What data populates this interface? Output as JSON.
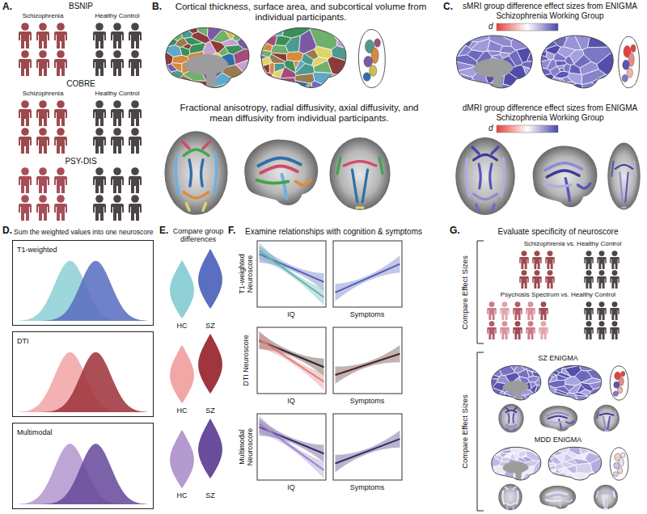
{
  "diagram": {
    "nodes": [
      {
        "text": [
          "T1-weighted"
        ]
      },
      {
        "text": [
          "DTI"
        ]
      },
      {
        "text": [
          "Multimodal"
        ]
      }
    ],
    "labels": [
      "A.",
      "BSNIP",
      "Schizophrenia",
      "Healthy Control",
      "COBRE",
      "Schizophrenia",
      "Healthy Control",
      "PSY-DIS",
      "B.",
      "Cortical thickness, surface area, and subcortical volume from individual participants.",
      "Fractional anisotropy, radial diffusivity, axial diffusivity, and mean diffusivity from individual participants.",
      "C.",
      "sMRI group difference effect sizes from ENIGMA Schizophrenia Working Group",
      "d",
      "dMRI group difference effect sizes from ENIGMA Schizophrenia Working Group",
      "d",
      "D.",
      "Sum the weighted values into one neuroscore",
      "E.",
      "Compare group differences",
      "HC",
      "SZ",
      "HC",
      "SZ",
      "HC",
      "SZ",
      "F.",
      "Examine relationships with cognition & symptoms",
      "T1-weighted Neuroscore",
      "IQ",
      "Symptoms",
      "DTI Neuroscore",
      "IQ",
      "Symptoms",
      "Multimodal Neuroscore",
      "IQ",
      "Symptoms",
      "G.",
      "Evaluate specificity of neuroscore",
      "Compare Effect Sizes",
      "Schizophrenia vs. Healthy Control",
      "Psychosis Spectrum vs. Healthy Control",
      "Compare Effect Sizes",
      "SZ ENIGMA",
      "MDD ENIGMA"
    ]
  }
}
